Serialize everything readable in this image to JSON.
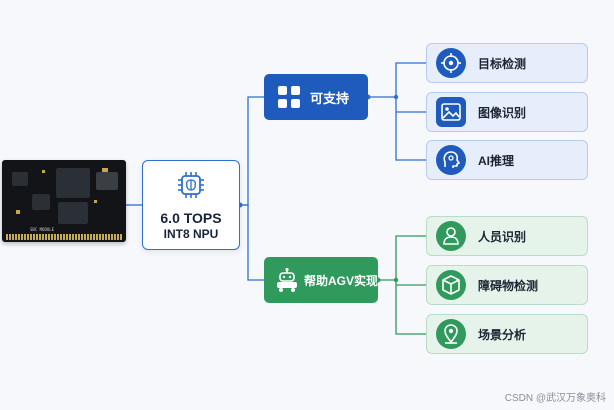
{
  "npu": {
    "line1": "6.0 TOPS",
    "line2": "INT8 NPU",
    "icon": "chip-brain-icon"
  },
  "categories": [
    {
      "label": "可支持",
      "icon": "grid-icon",
      "color": "#1f5bbd"
    },
    {
      "label": "帮助AGV实现",
      "icon": "agv-robot-icon",
      "color": "#2f9a5c"
    }
  ],
  "leaves": [
    {
      "label": "目标检测",
      "icon": "target-icon",
      "group": "可支持"
    },
    {
      "label": "图像识别",
      "icon": "image-icon",
      "group": "可支持"
    },
    {
      "label": "AI推理",
      "icon": "ai-head-icon",
      "group": "可支持"
    },
    {
      "label": "人员识别",
      "icon": "person-icon",
      "group": "帮助AGV实现"
    },
    {
      "label": "障碍物检测",
      "icon": "cube-icon",
      "group": "帮助AGV实现"
    },
    {
      "label": "场景分析",
      "icon": "map-pin-icon",
      "group": "帮助AGV实现"
    }
  ],
  "watermark": "CSDN @武汉万象奥科",
  "colors": {
    "blue": "#1f5bbd",
    "green": "#2f9a5c",
    "background": "#f6f8fb"
  }
}
